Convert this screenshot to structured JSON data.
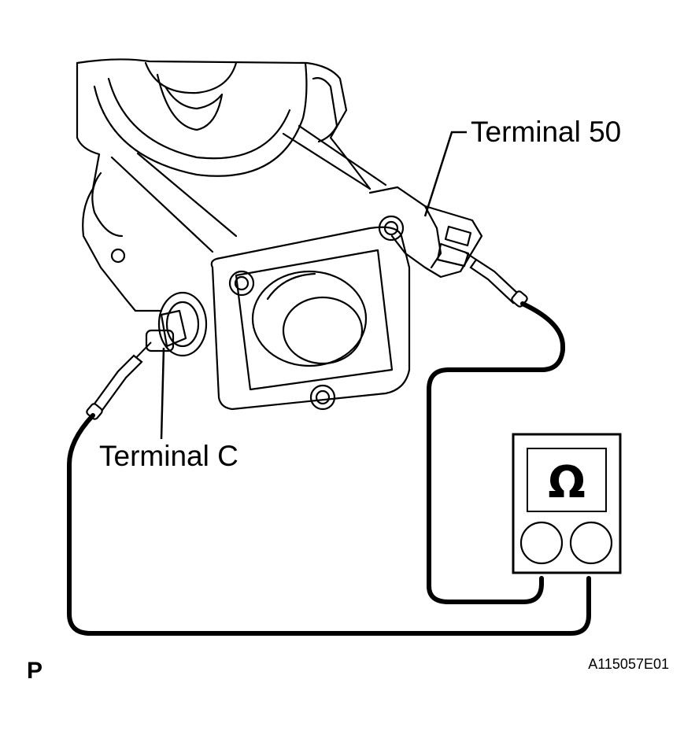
{
  "labels": {
    "terminal_50": "Terminal 50",
    "terminal_c": "Terminal C",
    "corner_letter": "P",
    "figure_code": "A115057E01"
  },
  "ohmmeter": {
    "symbol": "Ω",
    "icon": "ohmmeter-icon"
  },
  "colors": {
    "line": "#000000",
    "background": "#ffffff"
  }
}
